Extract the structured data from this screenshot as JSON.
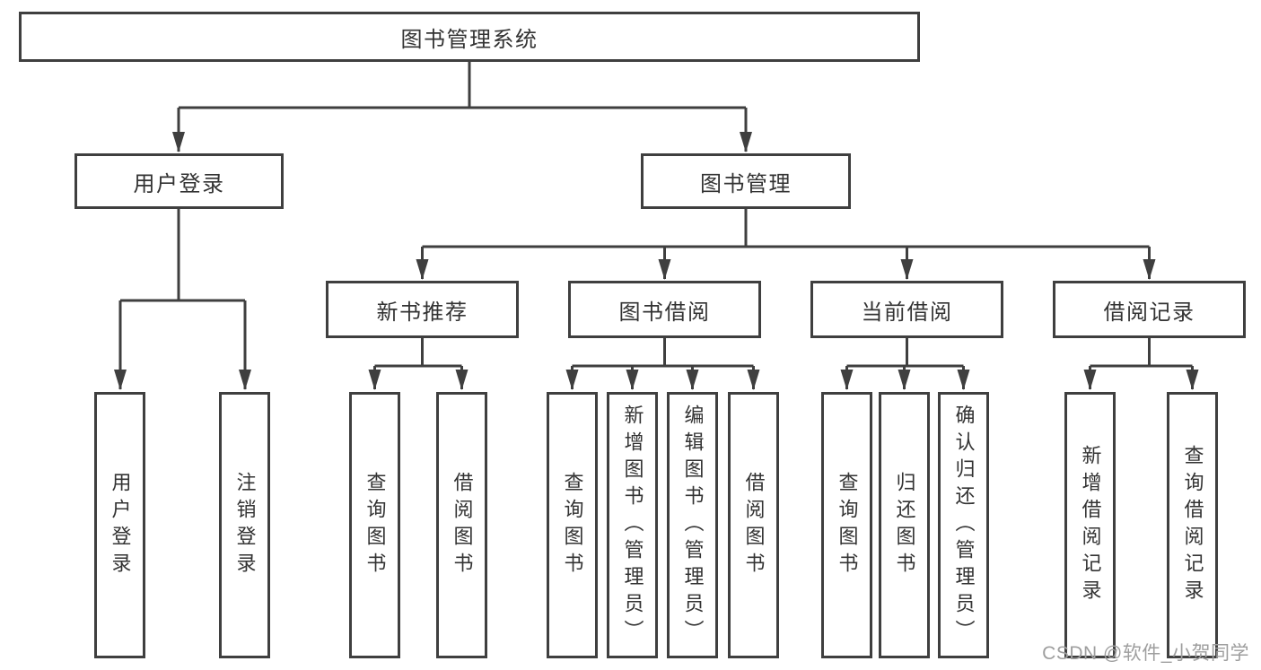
{
  "tree": {
    "label": "图书管理系统",
    "children": [
      {
        "label": "用户登录",
        "children": [
          {
            "label": "用户登录"
          },
          {
            "label": "注销登录"
          }
        ]
      },
      {
        "label": "图书管理",
        "children": [
          {
            "label": "新书推荐",
            "children": [
              {
                "label": "查询图书"
              },
              {
                "label": "借阅图书"
              }
            ]
          },
          {
            "label": "图书借阅",
            "children": [
              {
                "label": "查询图书"
              },
              {
                "label": "新增图书（管理员）"
              },
              {
                "label": "编辑图书（管理员）"
              },
              {
                "label": "借阅图书"
              }
            ]
          },
          {
            "label": "当前借阅",
            "children": [
              {
                "label": "查询图书"
              },
              {
                "label": "归还图书"
              },
              {
                "label": "确认归还（管理员）"
              }
            ]
          },
          {
            "label": "借阅记录",
            "children": [
              {
                "label": "新增借阅记录"
              },
              {
                "label": "查询借阅记录"
              }
            ]
          }
        ]
      }
    ]
  },
  "watermark": {
    "text": "CSDN @软件_小贺同学"
  },
  "colors": {
    "line": "#3f3f3f",
    "box_border": "#3f3f3f",
    "box_fill": "#ffffff",
    "text": "#333333",
    "watermark": "#9e9e9e",
    "background": "#ffffff"
  }
}
